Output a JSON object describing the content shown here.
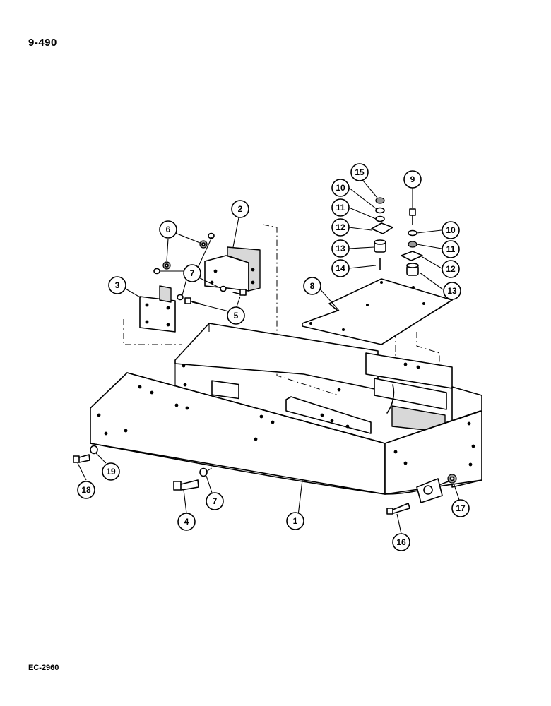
{
  "page": {
    "number": "9-490",
    "drawing_code": "EC-2960"
  },
  "callouts": [
    {
      "id": "c1",
      "label": "1"
    },
    {
      "id": "c2",
      "label": "2"
    },
    {
      "id": "c3",
      "label": "3"
    },
    {
      "id": "c4",
      "label": "4"
    },
    {
      "id": "c5",
      "label": "5"
    },
    {
      "id": "c6",
      "label": "6"
    },
    {
      "id": "c7a",
      "label": "7"
    },
    {
      "id": "c7b",
      "label": "7"
    },
    {
      "id": "c8",
      "label": "8"
    },
    {
      "id": "c9",
      "label": "9"
    },
    {
      "id": "c10a",
      "label": "10"
    },
    {
      "id": "c10b",
      "label": "10"
    },
    {
      "id": "c11a",
      "label": "11"
    },
    {
      "id": "c11b",
      "label": "11"
    },
    {
      "id": "c12a",
      "label": "12"
    },
    {
      "id": "c12b",
      "label": "12"
    },
    {
      "id": "c13a",
      "label": "13"
    },
    {
      "id": "c13b",
      "label": "13"
    },
    {
      "id": "c14",
      "label": "14"
    },
    {
      "id": "c15",
      "label": "15"
    },
    {
      "id": "c16",
      "label": "16"
    },
    {
      "id": "c17",
      "label": "17"
    },
    {
      "id": "c18",
      "label": "18"
    },
    {
      "id": "c19",
      "label": "19"
    }
  ]
}
